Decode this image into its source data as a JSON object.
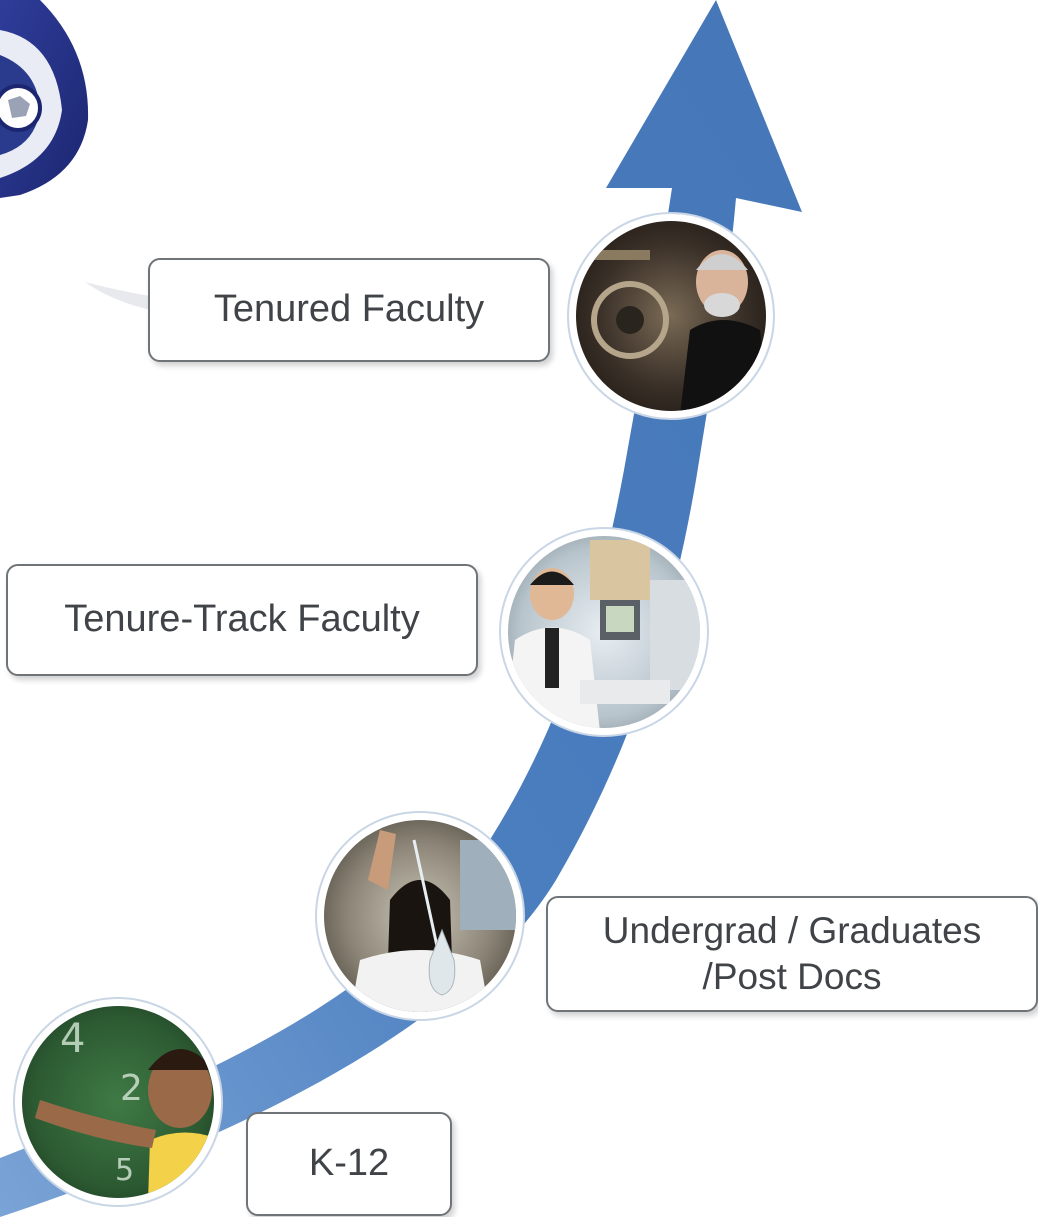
{
  "stages": [
    {
      "id": "k12",
      "label": "K-12",
      "photo": "girl-at-chalkboard-photo"
    },
    {
      "id": "undergrad",
      "label": "Undergrad / Graduates\n/Post Docs",
      "photo": "student-with-pipette-photo"
    },
    {
      "id": "tenure-track",
      "label": "Tenure-Track Faculty",
      "photo": "young-scientist-lab-photo"
    },
    {
      "id": "tenured",
      "label": "Tenured Faculty",
      "photo": "senior-professor-lab-photo"
    }
  ],
  "colors": {
    "arrow": "#4a7ebf",
    "arrow_light": "#7aa3d6",
    "box_border": "#6f7478",
    "text": "#404448"
  }
}
